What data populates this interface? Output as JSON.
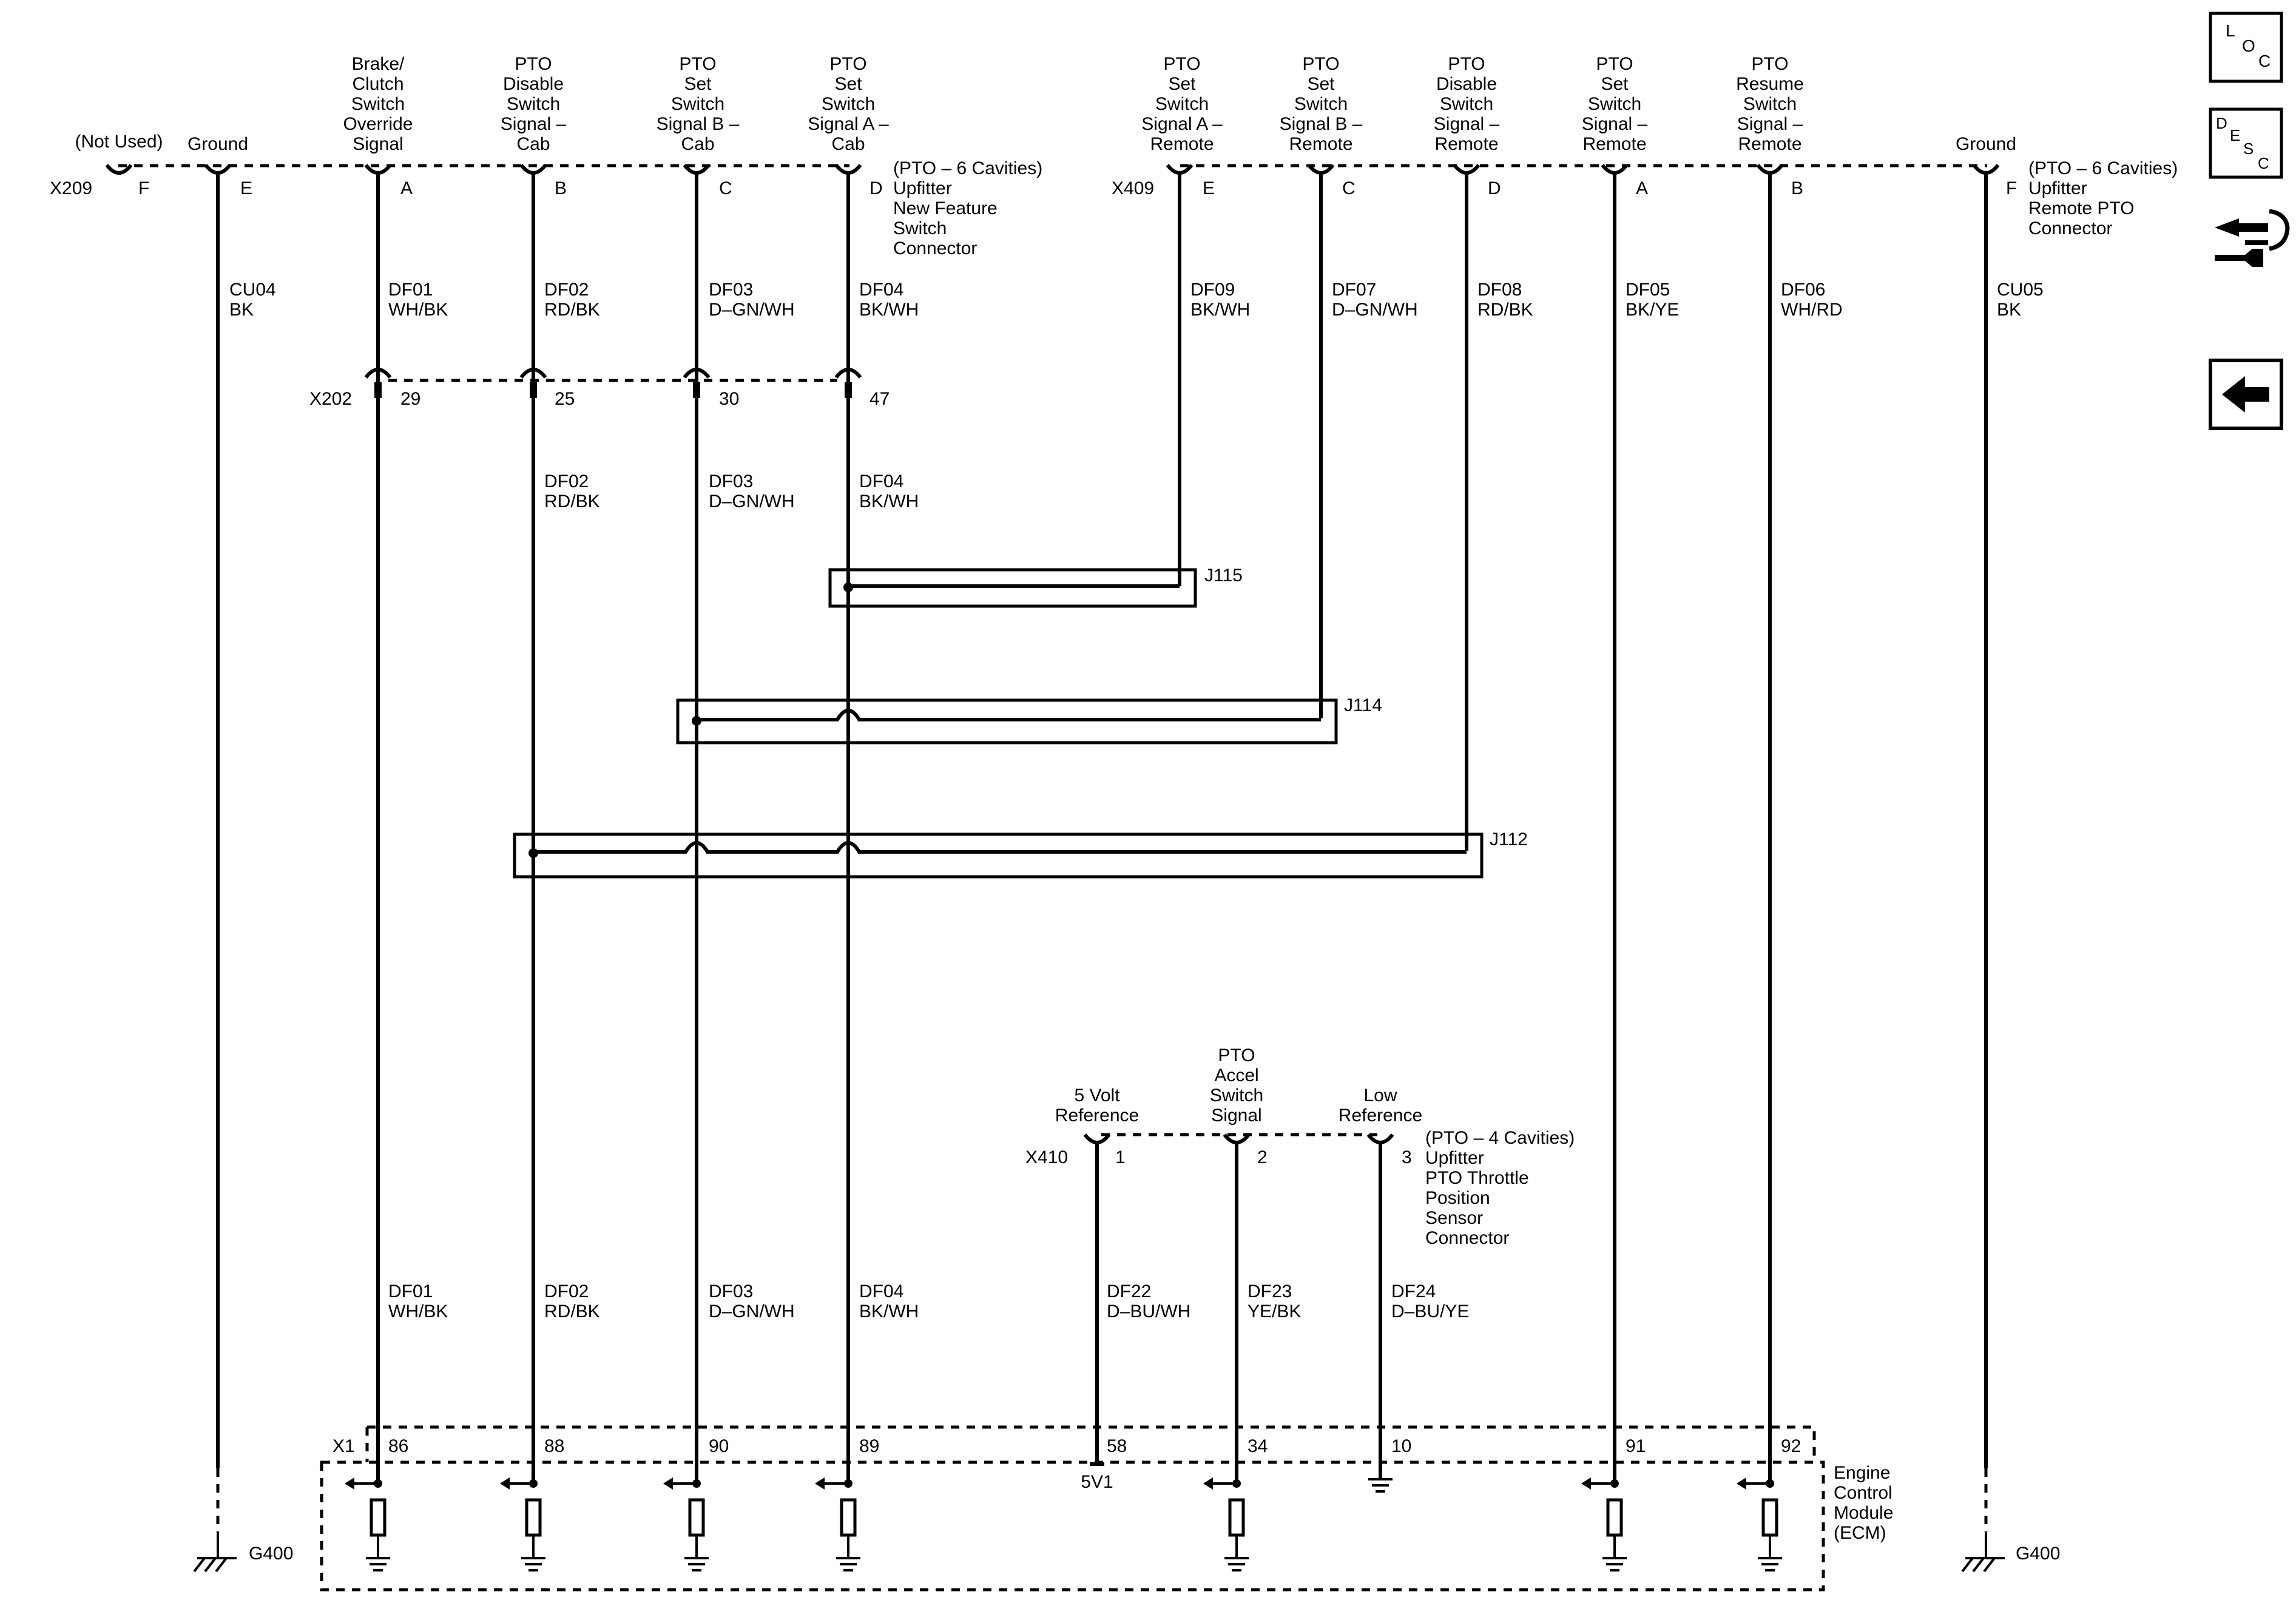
{
  "connector_x209": {
    "id": "X209",
    "description": [
      "(PTO – 6 Cavities)",
      "Upfitter",
      "New Feature",
      "Switch",
      "Connector"
    ],
    "pins": [
      {
        "pin": "F",
        "label": [
          "(Not Used)"
        ]
      },
      {
        "pin": "E",
        "label": [
          "Ground"
        ]
      },
      {
        "pin": "A",
        "label": [
          "Brake/",
          "Clutch",
          "Switch",
          "Override",
          "Signal"
        ]
      },
      {
        "pin": "B",
        "label": [
          "PTO",
          "Disable",
          "Switch",
          "Signal –",
          "Cab"
        ]
      },
      {
        "pin": "C",
        "label": [
          "PTO",
          "Set",
          "Switch",
          "Signal B –",
          "Cab"
        ]
      },
      {
        "pin": "D",
        "label": [
          "PTO",
          "Set",
          "Switch",
          "Signal A –",
          "Cab"
        ]
      }
    ]
  },
  "connector_x409": {
    "id": "X409",
    "description": [
      "(PTO – 6 Cavities)",
      "Upfitter",
      "Remote PTO",
      "Connector"
    ],
    "pins": [
      {
        "pin": "E",
        "label": [
          "PTO",
          "Set",
          "Switch",
          "Signal A –",
          "Remote"
        ]
      },
      {
        "pin": "C",
        "label": [
          "PTO",
          "Set",
          "Switch",
          "Signal B –",
          "Remote"
        ]
      },
      {
        "pin": "D",
        "label": [
          "PTO",
          "Disable",
          "Switch",
          "Signal –",
          "Remote"
        ]
      },
      {
        "pin": "A",
        "label": [
          "PTO",
          "Set",
          "Switch",
          "Signal –",
          "Remote"
        ]
      },
      {
        "pin": "B",
        "label": [
          "PTO",
          "Resume",
          "Switch",
          "Signal –",
          "Remote"
        ]
      },
      {
        "pin": "F",
        "label": [
          "Ground"
        ]
      }
    ]
  },
  "connector_x202": {
    "id": "X202",
    "pins": [
      "29",
      "25",
      "30",
      "47"
    ]
  },
  "connector_x410": {
    "id": "X410",
    "description": [
      "(PTO – 4 Cavities)",
      "Upfitter",
      "PTO Throttle",
      "Position",
      "Sensor",
      "Connector"
    ],
    "pins": [
      {
        "pin": "1",
        "label": [
          "5 Volt",
          "Reference"
        ]
      },
      {
        "pin": "2",
        "label": [
          "PTO",
          "Accel",
          "Switch",
          "Signal"
        ]
      },
      {
        "pin": "3",
        "label": [
          "Low",
          "Reference"
        ]
      }
    ]
  },
  "wires": {
    "cu04": [
      "CU04",
      "BK"
    ],
    "df01": [
      "DF01",
      "WH/BK"
    ],
    "df02": [
      "DF02",
      "RD/BK"
    ],
    "df03": [
      "DF03",
      "D–GN/WH"
    ],
    "df04": [
      "DF04",
      "BK/WH"
    ],
    "df09": [
      "DF09",
      "BK/WH"
    ],
    "df07": [
      "DF07",
      "D–GN/WH"
    ],
    "df08": [
      "DF08",
      "RD/BK"
    ],
    "df05": [
      "DF05",
      "BK/YE"
    ],
    "df06": [
      "DF06",
      "WH/RD"
    ],
    "cu05": [
      "CU05",
      "BK"
    ],
    "df22": [
      "DF22",
      "D–BU/WH"
    ],
    "df23": [
      "DF23",
      "YE/BK"
    ],
    "df24": [
      "DF24",
      "D–BU/YE"
    ]
  },
  "splices": {
    "j115": "J115",
    "j114": "J114",
    "j112": "J112"
  },
  "ecm": {
    "connector": "X1",
    "pins": [
      "86",
      "88",
      "90",
      "89",
      "58",
      "34",
      "10",
      "91",
      "92"
    ],
    "supply_label": "5V1",
    "label": [
      "Engine",
      "Control",
      "Module",
      "(ECM)"
    ]
  },
  "grounds": {
    "left": "G400",
    "right": "G400"
  },
  "nav": {
    "loc_icon": "loc-icon",
    "desc_icon": "desc-icon",
    "connector_icon": "connector-repair-icon",
    "back_icon": "back-arrow-icon"
  }
}
